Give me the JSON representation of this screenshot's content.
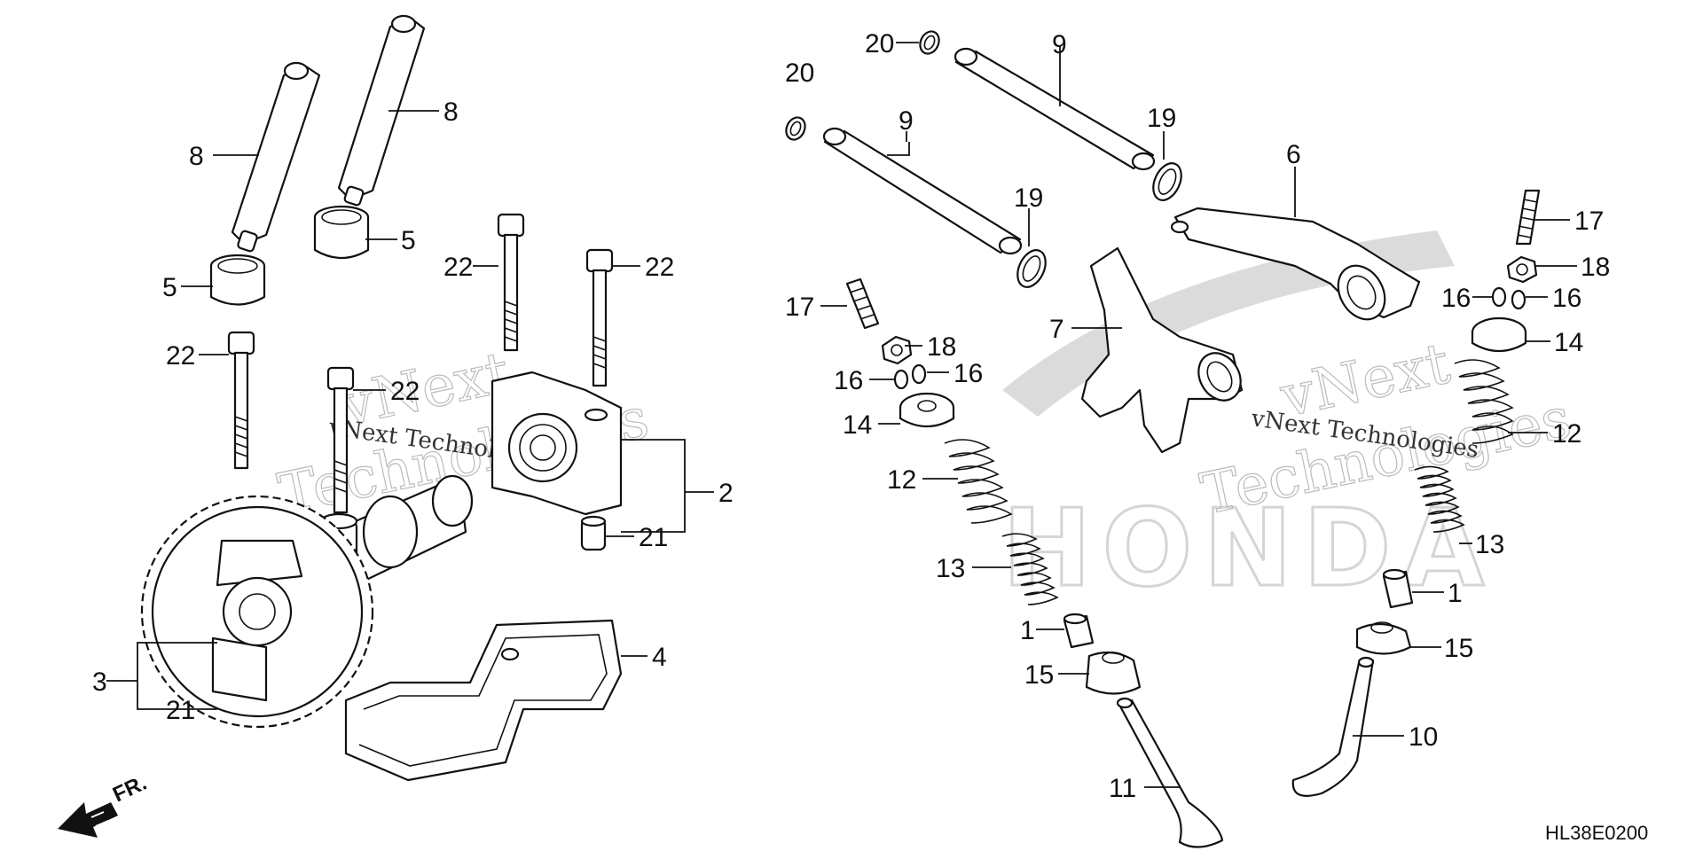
{
  "callouts": [
    {
      "id": "c8a",
      "text": "8"
    },
    {
      "id": "c8b",
      "text": "8"
    },
    {
      "id": "c5a",
      "text": "5"
    },
    {
      "id": "c5b",
      "text": "5"
    },
    {
      "id": "c22a",
      "text": "22"
    },
    {
      "id": "c22b",
      "text": "22"
    },
    {
      "id": "c22c",
      "text": "22"
    },
    {
      "id": "c22d",
      "text": "22"
    },
    {
      "id": "c2",
      "text": "2"
    },
    {
      "id": "c21a",
      "text": "21"
    },
    {
      "id": "c3",
      "text": "3"
    },
    {
      "id": "c21b",
      "text": "21"
    },
    {
      "id": "c4",
      "text": "4"
    },
    {
      "id": "c20a",
      "text": "20"
    },
    {
      "id": "c20b",
      "text": "20"
    },
    {
      "id": "c9a",
      "text": "9"
    },
    {
      "id": "c9b",
      "text": "9"
    },
    {
      "id": "c19a",
      "text": "19"
    },
    {
      "id": "c19b",
      "text": "19"
    },
    {
      "id": "c6",
      "text": "6"
    },
    {
      "id": "c7",
      "text": "7"
    },
    {
      "id": "c17a",
      "text": "17"
    },
    {
      "id": "c18a",
      "text": "18"
    },
    {
      "id": "c16a",
      "text": "16"
    },
    {
      "id": "c16b",
      "text": "16"
    },
    {
      "id": "c14a",
      "text": "14"
    },
    {
      "id": "c12a",
      "text": "12"
    },
    {
      "id": "c13a",
      "text": "13"
    },
    {
      "id": "c1a",
      "text": "1"
    },
    {
      "id": "c15a",
      "text": "15"
    },
    {
      "id": "c11",
      "text": "11"
    },
    {
      "id": "c17b",
      "text": "17"
    },
    {
      "id": "c18b",
      "text": "18"
    },
    {
      "id": "c16c",
      "text": "16"
    },
    {
      "id": "c16d",
      "text": "16"
    },
    {
      "id": "c14b",
      "text": "14"
    },
    {
      "id": "c12b",
      "text": "12"
    },
    {
      "id": "c13b",
      "text": "13"
    },
    {
      "id": "c1b",
      "text": "1"
    },
    {
      "id": "c15b",
      "text": "15"
    },
    {
      "id": "c10",
      "text": "10"
    }
  ],
  "front_marker": "FR.",
  "diagram_code": "HL38E0200",
  "watermark": {
    "line1": "vNext",
    "line2": "Technologies",
    "inline": "vNext Technologies"
  },
  "brand_watermark": "HONDA",
  "colors": {
    "ink": "#111111",
    "watermark": "#bbbbbb",
    "background": "#ffffff"
  }
}
